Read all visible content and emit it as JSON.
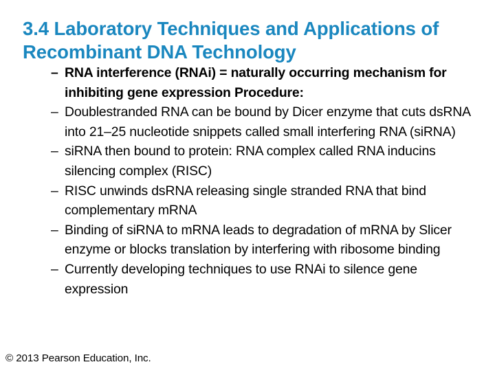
{
  "slide": {
    "title": "3.4 Laboratory Techniques and Applications of Recombinant DNA Technology",
    "title_color": "#1a87bf",
    "background_color": "#ffffff",
    "text_color": "#000000",
    "bullet_marker": "–",
    "bullets": [
      {
        "marker": "–",
        "text": "RNA interference (RNAi) = naturally occurring mechanism for inhibiting gene expression Procedure:",
        "emphasis": "bold"
      },
      {
        "marker": "–",
        "text": "Doublestranded RNA can be bound by Dicer enzyme that cuts dsRNA into 21–25 nucleotide snippets called small interfering RNA (siRNA)",
        "emphasis": "normal"
      },
      {
        "marker": "–",
        "text": "siRNA then bound to protein: RNA complex called RNA inducins silencing complex (RISC)",
        "emphasis": "normal"
      },
      {
        "marker": "–",
        "text": "RISC unwinds dsRNA releasing single stranded RNA that bind complementary mRNA",
        "emphasis": "normal"
      },
      {
        "marker": "–",
        "text": "Binding of siRNA to mRNA leads to degradation of mRNA by Slicer enzyme or blocks translation by interfering with ribosome binding",
        "emphasis": "normal"
      },
      {
        "marker": "–",
        "text": "Currently developing techniques to use RNAi to silence gene expression",
        "emphasis": "normal"
      }
    ],
    "copyright": "© 2013 Pearson Education, Inc."
  }
}
